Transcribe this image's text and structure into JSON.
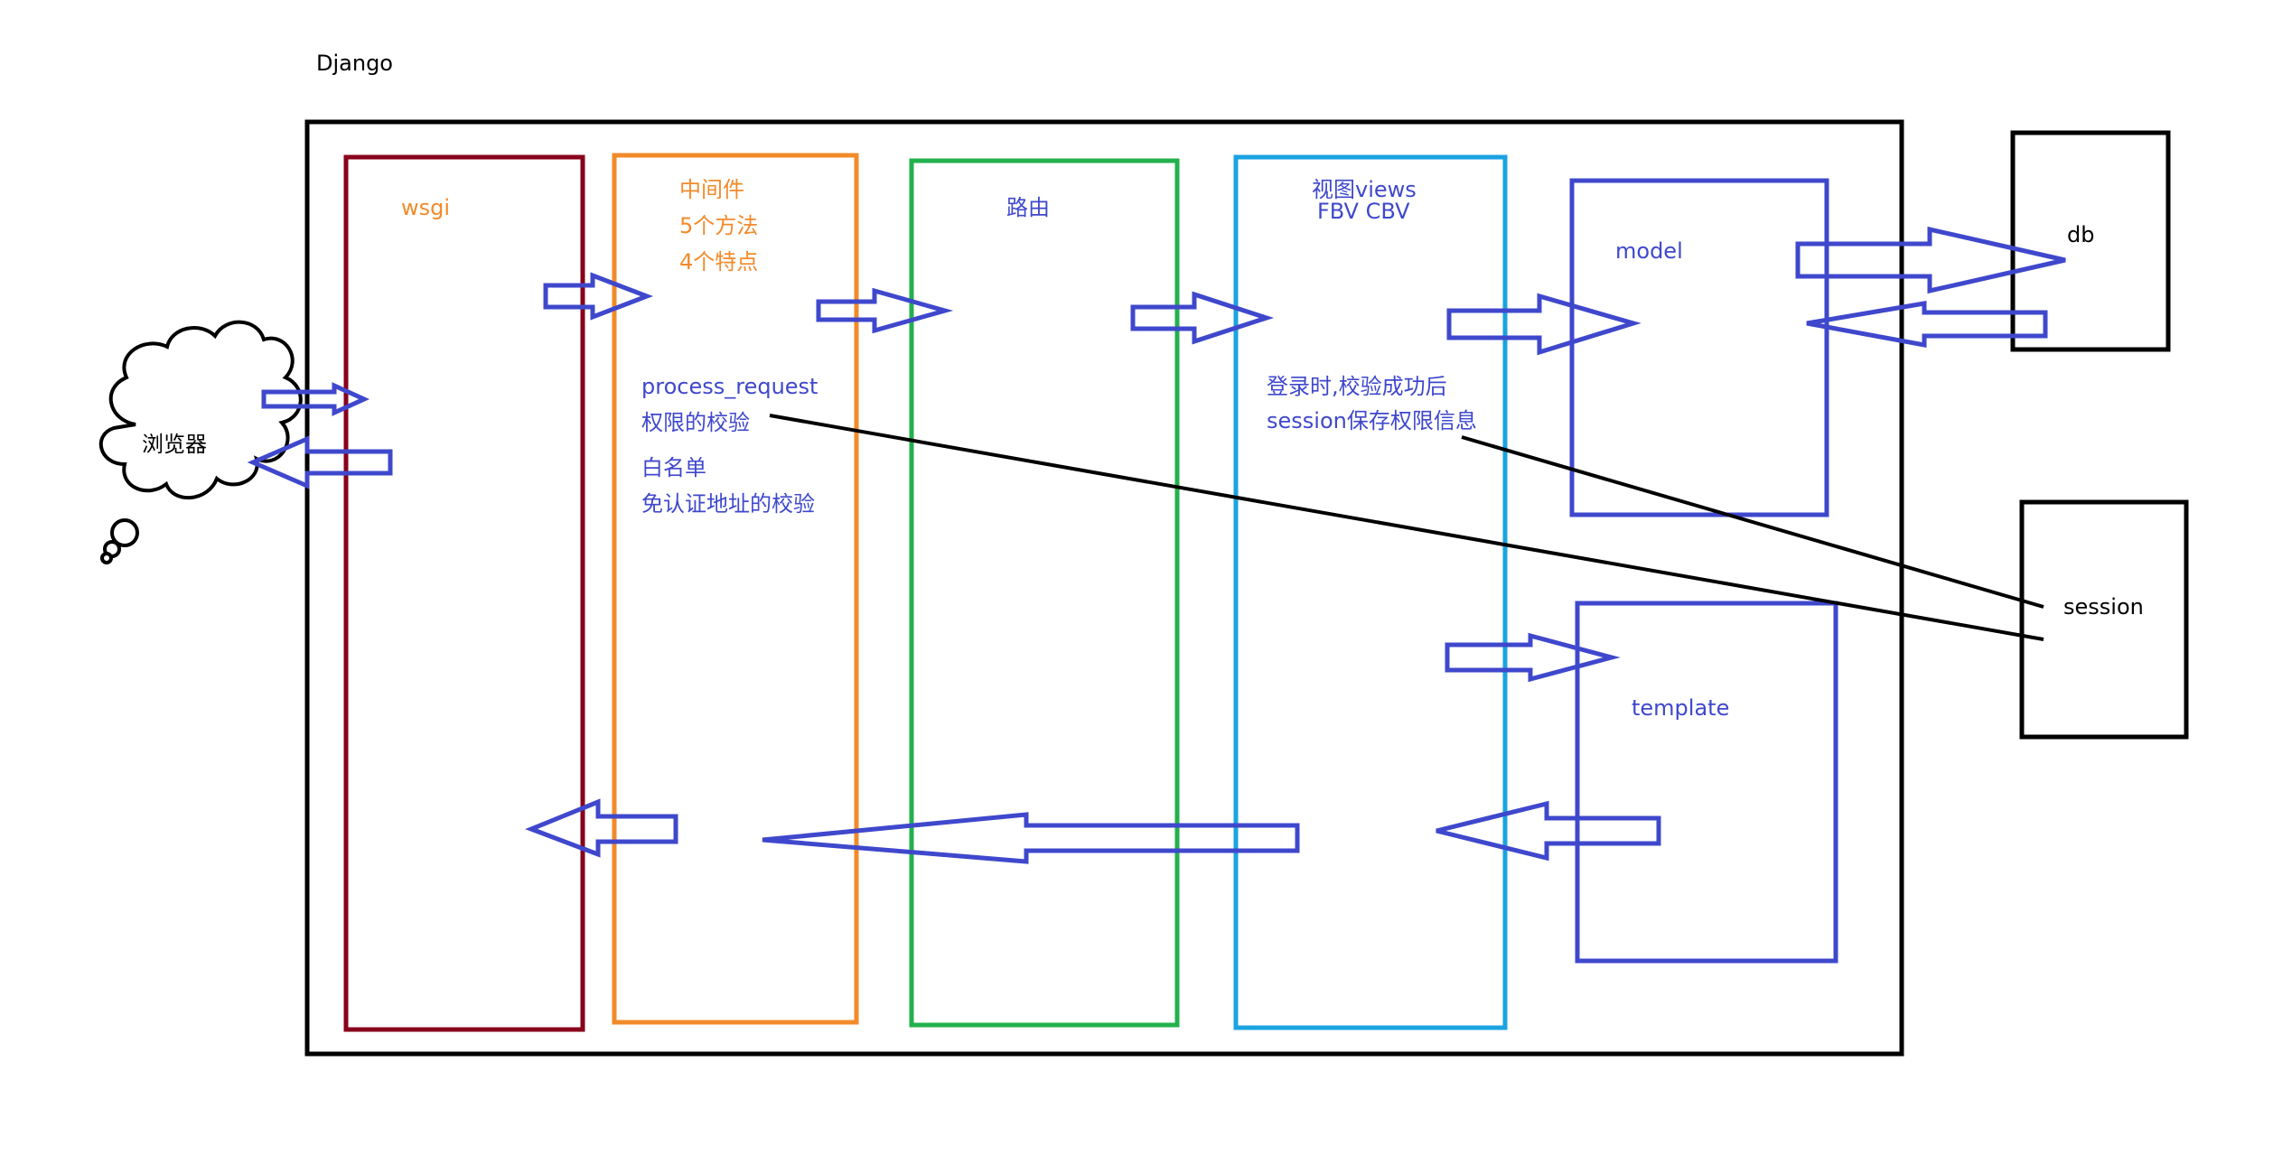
{
  "title": "Django",
  "browser": {
    "label": "浏览器"
  },
  "wsgi": {
    "label": "wsgi"
  },
  "middleware": {
    "title": "中间件",
    "line2": "5个方法",
    "line3": "4个特点",
    "process_request": "process_request",
    "permission_check": "权限的校验",
    "whitelist": "白名单",
    "whitelist_desc": "免认证地址的校验"
  },
  "routing": {
    "label": "路由"
  },
  "views": {
    "title": "视图views",
    "subtitle": "FBV CBV",
    "login_note": "登录时,校验成功后",
    "session_note": "session保存权限信息"
  },
  "model": {
    "label": "model"
  },
  "template": {
    "label": "template"
  },
  "db": {
    "label": "db"
  },
  "session": {
    "label": "session"
  },
  "colors": {
    "frame": "#000000",
    "wsgi_box": "#88001b",
    "middleware_box": "#f28a2a",
    "routing_box": "#22b14c",
    "views_box": "#1aa3e0",
    "model_box": "#3f48cc",
    "arrow": "#3f48cc",
    "connector": "#000000"
  }
}
